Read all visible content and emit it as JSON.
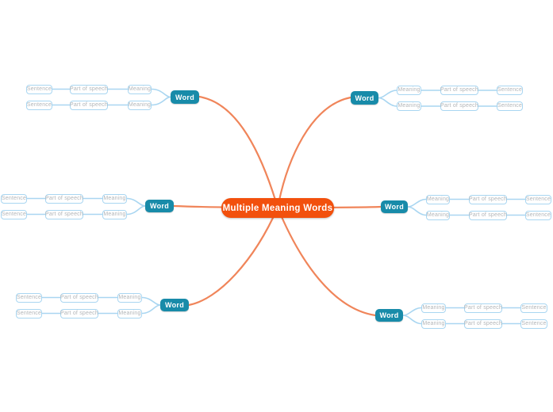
{
  "diagram": {
    "title": "Multiple Meaning Words",
    "branches": [
      {
        "position": "top-left",
        "word": "Word",
        "chains": [
          {
            "meaning": "Meaning",
            "part_of_speech": "Part of speech",
            "sentence": "Sentence"
          },
          {
            "meaning": "Meaning",
            "part_of_speech": "Part of speech",
            "sentence": "Sentence"
          }
        ]
      },
      {
        "position": "top-right",
        "word": "Word",
        "chains": [
          {
            "meaning": "Meaning",
            "part_of_speech": "Part of speech",
            "sentence": "Sentence"
          },
          {
            "meaning": "Meaning",
            "part_of_speech": "Part of speech",
            "sentence": "Sentence"
          }
        ]
      },
      {
        "position": "middle-left",
        "word": "Word",
        "chains": [
          {
            "meaning": "Meaning",
            "part_of_speech": "Part of speech",
            "sentence": "Sentence"
          },
          {
            "meaning": "Meaning",
            "part_of_speech": "Part of speech",
            "sentence": "Sentence"
          }
        ]
      },
      {
        "position": "middle-right",
        "word": "Word",
        "chains": [
          {
            "meaning": "Meaning",
            "part_of_speech": "Part of speech",
            "sentence": "Sentence"
          },
          {
            "meaning": "Meaning",
            "part_of_speech": "Part of speech",
            "sentence": "Sentence"
          }
        ]
      },
      {
        "position": "bottom-left",
        "word": "Word",
        "chains": [
          {
            "meaning": "Meaning",
            "part_of_speech": "Part of speech",
            "sentence": "Sentence"
          },
          {
            "meaning": "Meaning",
            "part_of_speech": "Part of speech",
            "sentence": "Sentence"
          }
        ]
      },
      {
        "position": "bottom-right",
        "word": "Word",
        "chains": [
          {
            "meaning": "Meaning",
            "part_of_speech": "Part of speech",
            "sentence": "Sentence"
          },
          {
            "meaning": "Meaning",
            "part_of_speech": "Part of speech",
            "sentence": "Sentence"
          }
        ]
      }
    ]
  },
  "colors": {
    "central_fill": "#F2500D",
    "word_fill": "#188BA9",
    "branch_line": "#F0855A",
    "child_line": "#A9D6F1",
    "child_border": "#A9D6F1",
    "child_text": "#B3B6B9",
    "node_text": "#FFFFFF",
    "background": "#FFFFFF"
  }
}
